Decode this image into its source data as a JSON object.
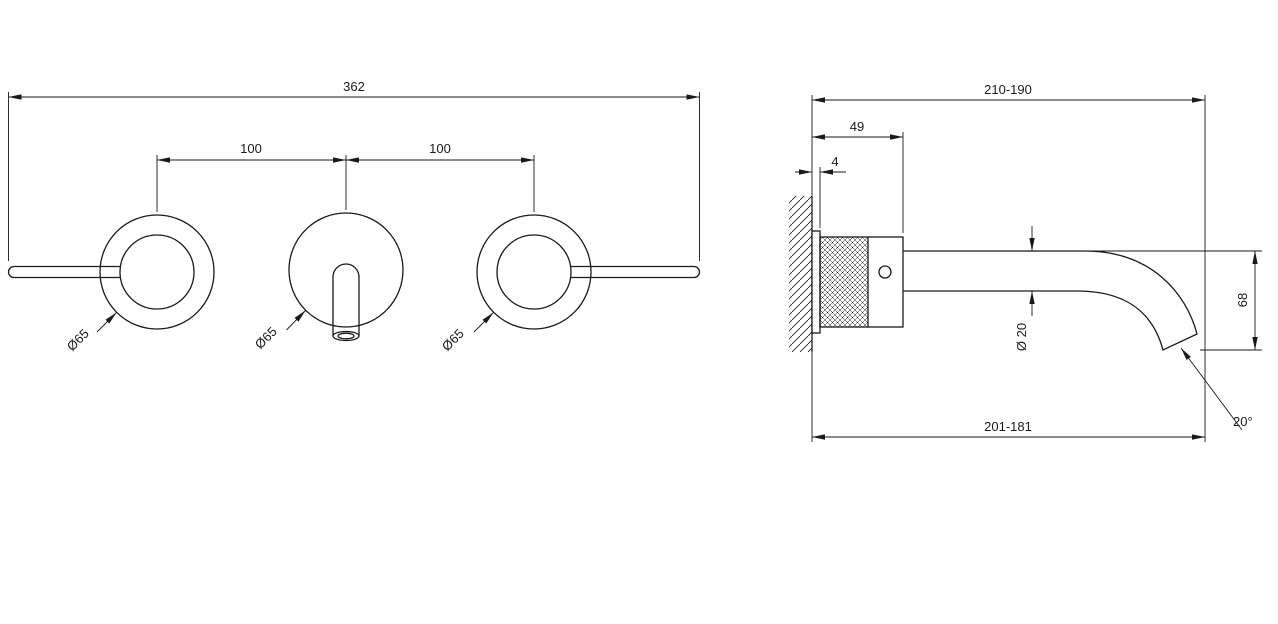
{
  "front_view": {
    "dim_overall_width": "362",
    "dim_left_center_spacing": "100",
    "dim_right_center_spacing": "100",
    "dia_left_handle": "Ø65",
    "dia_spout_rosette": "Ø65",
    "dia_right_handle": "Ø65"
  },
  "side_view": {
    "dim_projection_range": "210-190",
    "dim_body_depth": "49",
    "dim_plate_offset": "4",
    "dia_spout_tube": "Ø 20",
    "dim_drop_height": "68",
    "dim_reach_range": "201-181",
    "angle_tip": "20°"
  },
  "colors": {
    "line": "#1a1a1a",
    "background": "#ffffff"
  }
}
